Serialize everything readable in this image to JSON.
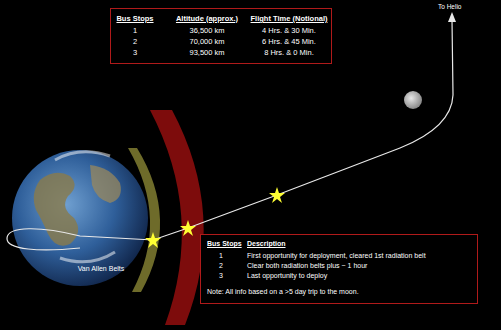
{
  "diagram": {
    "nodes": [
      {
        "text": [
          "Bus Stops",
          "Altitude (approx.)",
          "Flight Time (Notional)",
          "1",
          "36,500 km",
          "4 Hrs. & 30 Min.",
          "2",
          "70,000 km",
          "6 Hrs. & 45 Min.",
          "3",
          "93,500 km",
          "8 Hrs. & 0 Min."
        ]
      },
      {
        "text": [
          "Bus Stops",
          "Description",
          "1",
          "First opportunity for deployment, cleared 1st radiation belt",
          "2",
          "Clear both radiation belts plus ~ 1 hour",
          "3",
          "Last opportunity to deploy",
          "Note: All info based on a >5 day trip to the moon."
        ]
      }
    ],
    "labels": [
      "Van Allen Belts",
      "To Helio"
    ]
  }
}
